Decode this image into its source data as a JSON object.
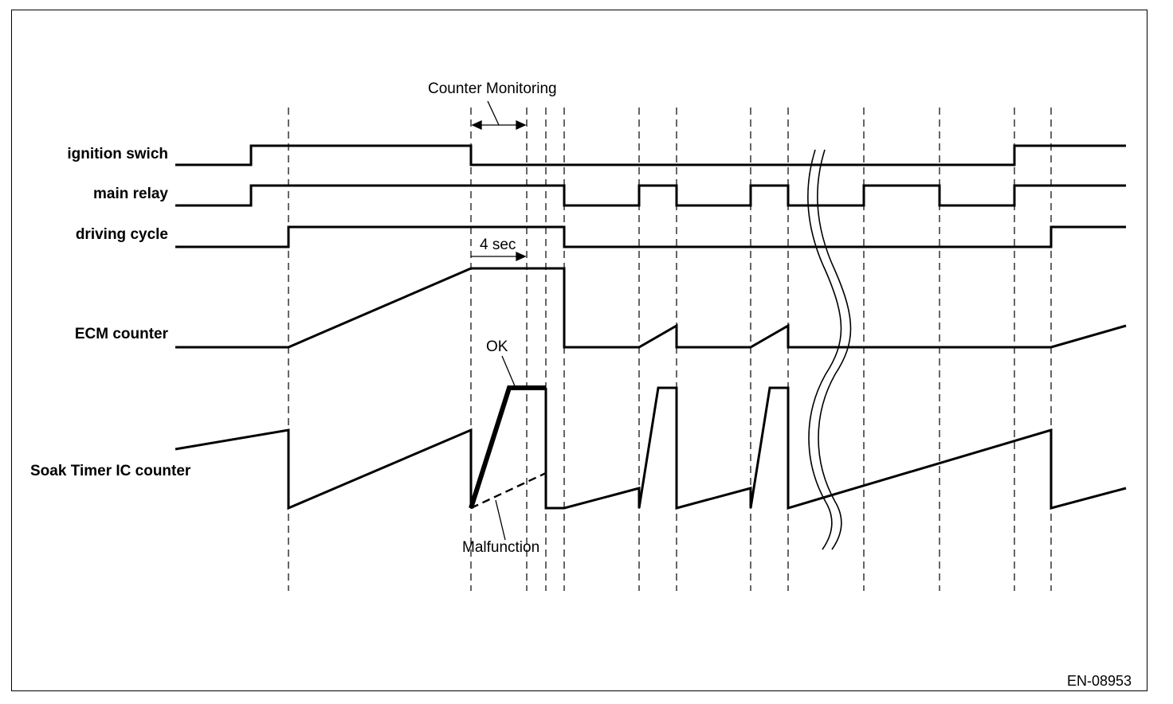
{
  "signals": {
    "ignition": "ignition swich",
    "main_relay": "main relay",
    "driving_cycle": "driving cycle",
    "ecm_counter": "ECM counter",
    "soak_timer": "Soak Timer IC counter"
  },
  "annotations": {
    "counter_monitoring": "Counter Monitoring",
    "four_sec": "4 sec",
    "ok": "OK",
    "malfunction": "Malfunction"
  },
  "figure_code": "EN-08953",
  "colors": {
    "line": "#000000",
    "background": "#ffffff"
  }
}
